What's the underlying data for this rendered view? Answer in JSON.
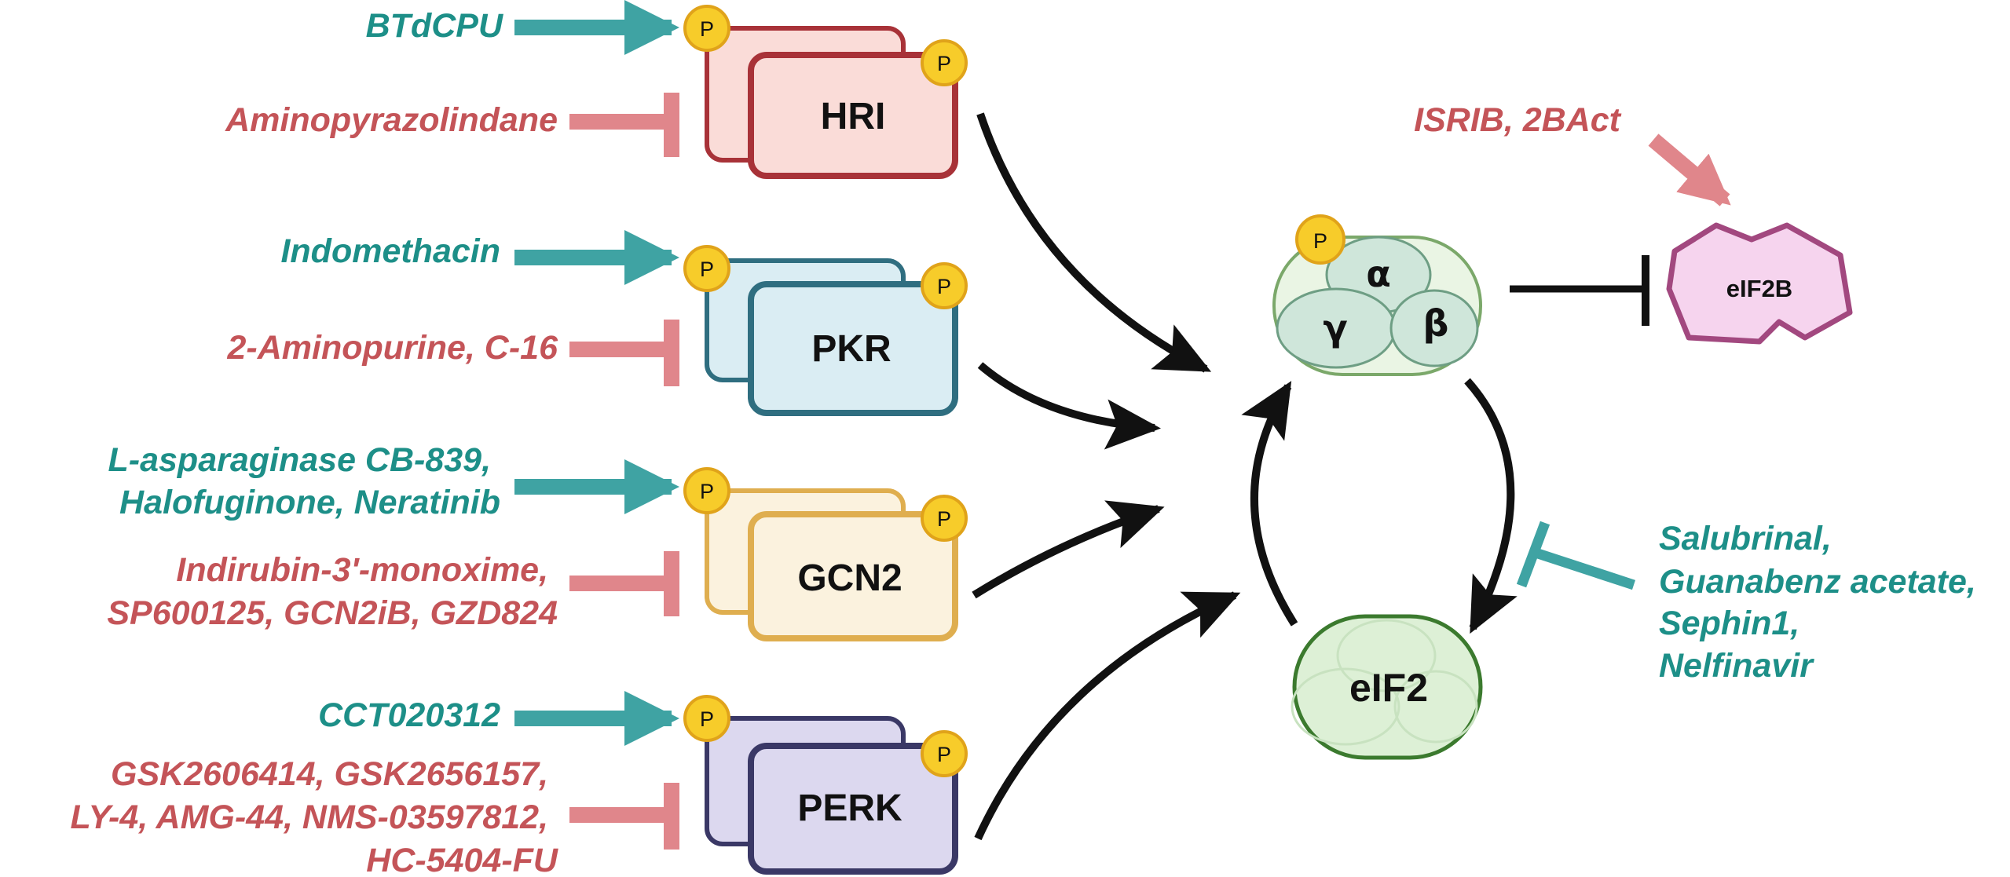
{
  "kinases": [
    {
      "id": "hri",
      "label": "HRI",
      "fill": "#fadcd8",
      "stroke": "#a83238",
      "activators": [
        "BTdCPU"
      ],
      "inhibitors": [
        "Aminopyrazolindane"
      ]
    },
    {
      "id": "pkr",
      "label": "PKR",
      "fill": "#daedf3",
      "stroke": "#2f6e80",
      "activators": [
        "Indomethacin"
      ],
      "inhibitors": [
        "2-Aminopurine, C-16"
      ]
    },
    {
      "id": "gcn2",
      "label": "GCN2",
      "fill": "#fbf2de",
      "stroke": "#dfae4f",
      "activators": [
        "L-asparaginase CB-839,",
        "Halofuginone, Neratinib"
      ],
      "inhibitors": [
        "Indirubin-3'-monoxime,",
        "SP600125, GCN2iB, GZD824"
      ]
    },
    {
      "id": "perk",
      "label": "PERK",
      "fill": "#dcd8ef",
      "stroke": "#3a3866",
      "activators": [
        "CCT020312"
      ],
      "inhibitors": [
        "GSK2606414, GSK2656157,",
        "LY-4, AMG-44, NMS-03597812,",
        "HC-5404-FU"
      ]
    }
  ],
  "phospho_label": "P",
  "complex": {
    "alpha": "α",
    "beta": "β",
    "gamma": "γ"
  },
  "eif2": {
    "label": "eIF2"
  },
  "eif2b": {
    "label": "eIF2B"
  },
  "eif2b_activators": [
    "ISRIB, 2BAct"
  ],
  "dephos_inhibitors": [
    "Salubrinal,",
    "Guanabenz acetate,",
    "Sephin1,",
    "Nelfinavir"
  ],
  "colors": {
    "teal": "#1d8f88",
    "teal_arrow": "#3fa3a3",
    "red": "#c45458",
    "red_arrow": "#e0868b",
    "black": "#111111",
    "phospho_fill": "#f7cc2a",
    "phospho_stroke": "#e0a31a",
    "complex_fill": "#eaf5e4",
    "complex_stroke": "#7ba86a",
    "subunit_fill": "#cfe6da",
    "eif2_fill": "#ddf0d6",
    "eif2_stroke": "#3b7a2e",
    "eif2b_fill": "#f6d4ee",
    "eif2b_stroke": "#a2487f"
  }
}
